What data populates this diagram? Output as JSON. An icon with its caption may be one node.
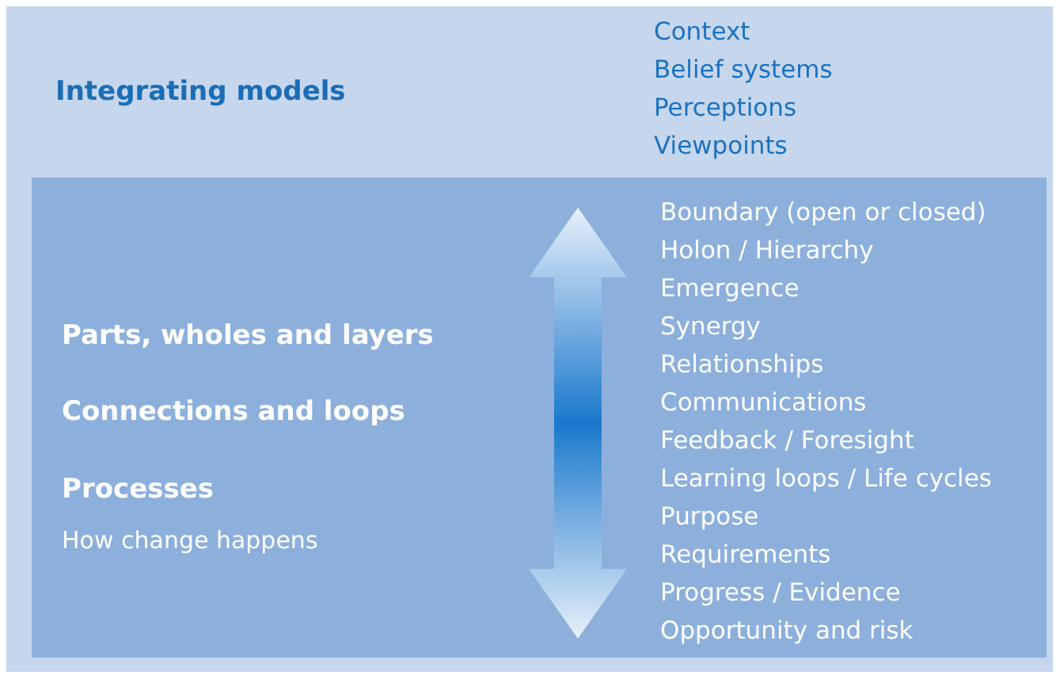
{
  "diagram": {
    "nodes": [
      {
        "text": [
          "Integrating models",
          "Context",
          "Belief systems",
          "Perceptions",
          "Viewpoints"
        ]
      },
      {
        "text": [
          "Parts, wholes and layers",
          "Connections and loops",
          "Processes",
          "How change happens",
          "Boundary (open or closed)",
          "Holon / Hierarchy",
          "Emergence",
          "Synergy",
          "Relationships",
          "Communications",
          "Feedback / Foresight",
          "Learning loops / Life cycles",
          "Purpose",
          "Requirements",
          "Progress / Evidence",
          "Opportunity and risk"
        ],
        "in": 0
      }
    ],
    "edges": []
  }
}
